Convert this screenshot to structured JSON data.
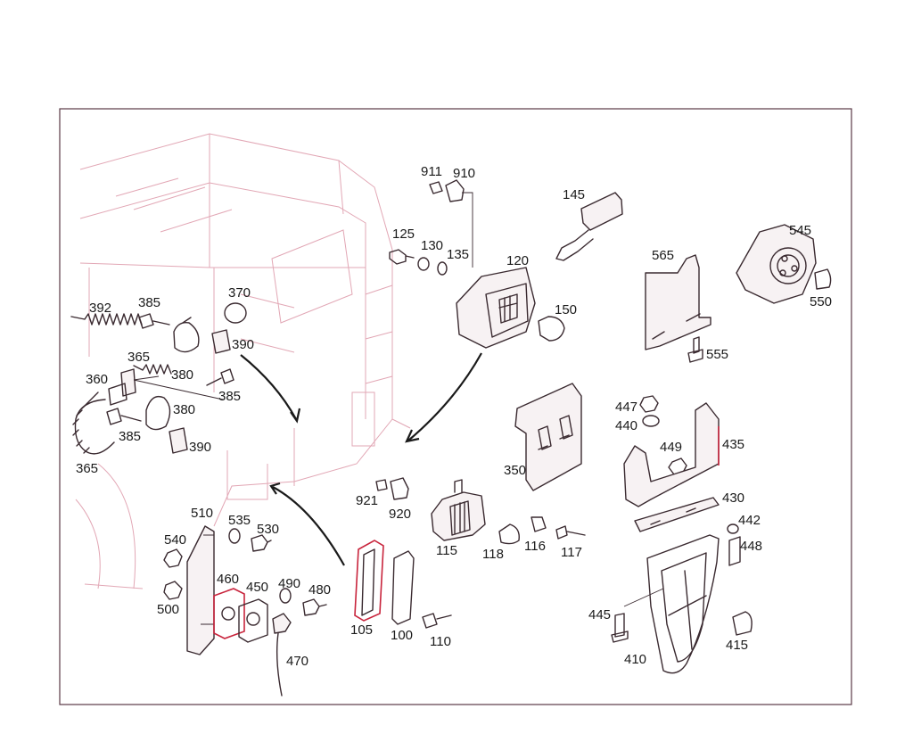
{
  "callouts": {
    "c911": "911",
    "c910": "910",
    "c145": "145",
    "c125": "125",
    "c130": "130",
    "c135": "135",
    "c120": "120",
    "c545": "545",
    "c565": "565",
    "c550": "550",
    "c370": "370",
    "c392": "392",
    "c385a": "385",
    "c150": "150",
    "c390a": "390",
    "c365a": "365",
    "c380a": "380",
    "c555": "555",
    "c360": "360",
    "c385b": "385",
    "c380b": "380",
    "c447": "447",
    "c385c": "385",
    "c440": "440",
    "c390b": "390",
    "c449": "449",
    "c435": "435",
    "c365b": "365",
    "c350": "350",
    "c921": "921",
    "c430": "430",
    "c920": "920",
    "c510": "510",
    "c535": "535",
    "c442": "442",
    "c540": "540",
    "c530": "530",
    "c115": "115",
    "c118": "118",
    "c116": "116",
    "c117": "117",
    "c448": "448",
    "c460": "460",
    "c450": "450",
    "c490": "490",
    "c480": "480",
    "c500": "500",
    "c445": "445",
    "c470": "470",
    "c105": "105",
    "c100": "100",
    "c110": "110",
    "c415": "415",
    "c410": "410"
  },
  "colors": {
    "background_outline": "#e2a7b5",
    "part_line": "#3a2a30",
    "highlight": "#c8243c"
  }
}
